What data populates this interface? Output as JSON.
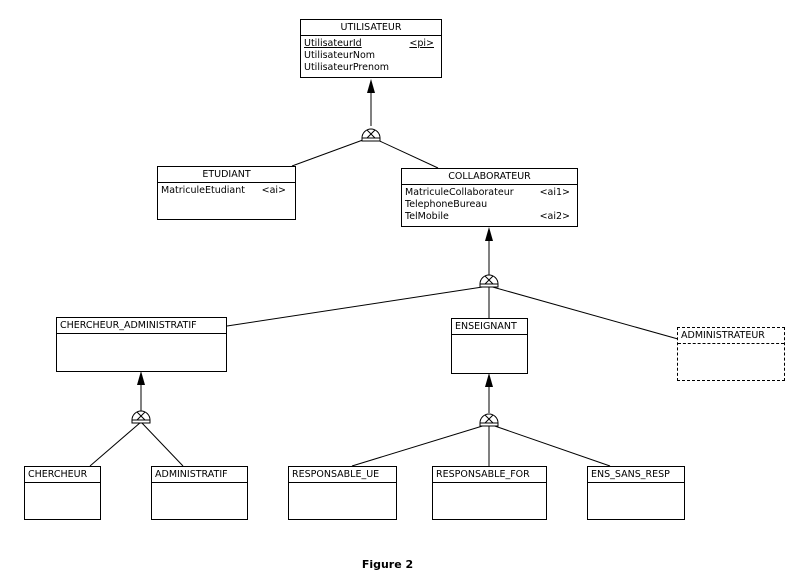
{
  "entities": {
    "utilisateur": {
      "name": "UTILISATEUR",
      "attrs": [
        {
          "name": "UtilisateurId",
          "tag": "<pi>"
        },
        {
          "name": "UtilisateurNom",
          "tag": ""
        },
        {
          "name": "UtilisateurPrenom",
          "tag": ""
        }
      ]
    },
    "etudiant": {
      "name": "ETUDIANT",
      "attrs": [
        {
          "name": "MatriculeEtudiant",
          "tag": "<ai>"
        }
      ]
    },
    "collaborateur": {
      "name": "COLLABORATEUR",
      "attrs": [
        {
          "name": "MatriculeCollaborateur",
          "tag": "<ai1>"
        },
        {
          "name": "TelephoneBureau",
          "tag": ""
        },
        {
          "name": "TelMobile",
          "tag": "<ai2>"
        }
      ]
    },
    "chercheur_administratif": {
      "name": "CHERCHEUR_ADMINISTRATIF"
    },
    "enseignant": {
      "name": "ENSEIGNANT"
    },
    "administrateur": {
      "name": "ADMINISTRATEUR"
    },
    "chercheur": {
      "name": "CHERCHEUR"
    },
    "administratif": {
      "name": "ADMINISTRATIF"
    },
    "responsable_ue": {
      "name": "RESPONSABLE_UE"
    },
    "responsable_for": {
      "name": "RESPONSABLE_FOR"
    },
    "ens_sans_resp": {
      "name": "ENS_SANS_RESP"
    }
  },
  "caption": "Figure 2"
}
